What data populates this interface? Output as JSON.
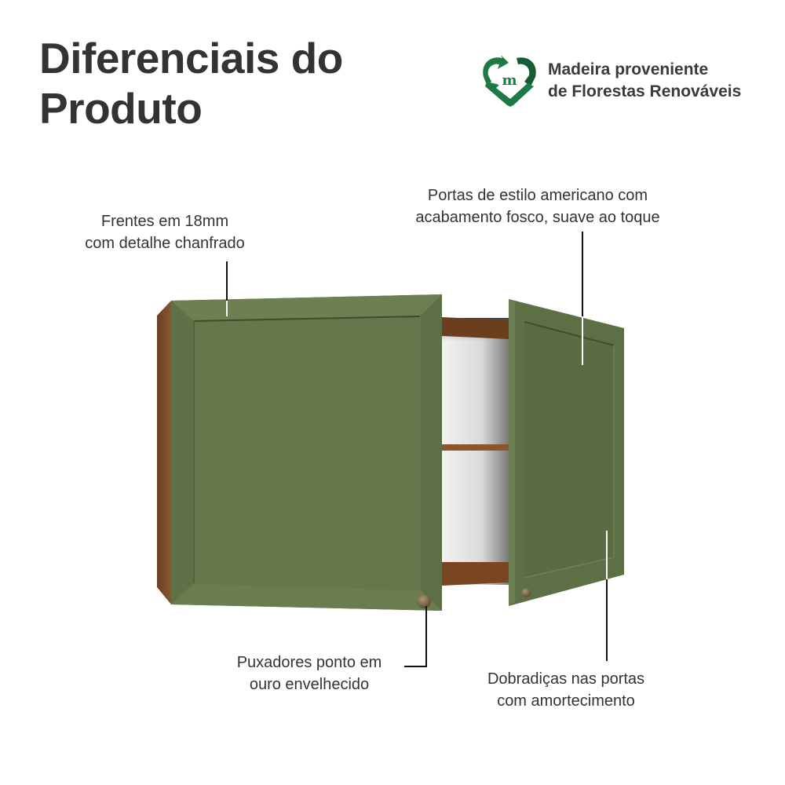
{
  "page": {
    "title_line1": "Diferenciais do",
    "title_line2": "Produto"
  },
  "badge": {
    "icon": "recycle-heart-m-icon",
    "line1": "Madeira proveniente",
    "line2": "de Florestas Renováveis",
    "color": "#1e7a45"
  },
  "callouts": [
    {
      "line1": "Frentes em 18mm",
      "line2": "com detalhe chanfrado"
    },
    {
      "line1": "Portas de estilo americano com",
      "line2": "acabamento fosco, suave ao toque"
    },
    {
      "line1": "Puxadores ponto em",
      "line2": "ouro envelhecido"
    },
    {
      "line1": "Dobradiças nas portas",
      "line2": "com amortecimento"
    }
  ],
  "colors": {
    "door_green": "#66784c",
    "door_green_dark": "#56683f",
    "wood": "#7a4a2a",
    "knob": "#7c6a48"
  }
}
